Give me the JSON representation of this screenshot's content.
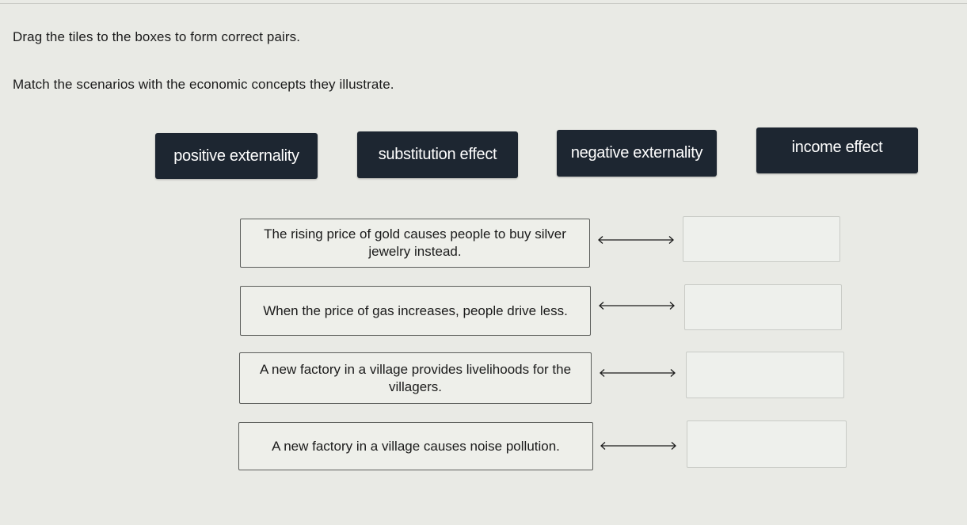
{
  "instructions": {
    "line1": "Drag the tiles to the boxes to form correct pairs.",
    "line2": "Match the scenarios with the economic concepts they illustrate."
  },
  "tiles": [
    {
      "label": "positive externality"
    },
    {
      "label": "substitution effect"
    },
    {
      "label": "negative externality"
    },
    {
      "label": "income effect"
    }
  ],
  "pairs": [
    {
      "scenario": "The rising price of gold causes people to buy silver jewelry instead.",
      "answer": ""
    },
    {
      "scenario": "When the price of gas increases, people drive less.",
      "answer": ""
    },
    {
      "scenario": "A new factory in a village provides livelihoods for the villagers.",
      "answer": ""
    },
    {
      "scenario": "A new factory in a village causes noise pollution.",
      "answer": ""
    }
  ],
  "colors": {
    "background": "#e9eae5",
    "tile": "#1d2631",
    "tile_text": "#ffffff"
  },
  "icons": {
    "connector": "double-arrow-icon"
  }
}
